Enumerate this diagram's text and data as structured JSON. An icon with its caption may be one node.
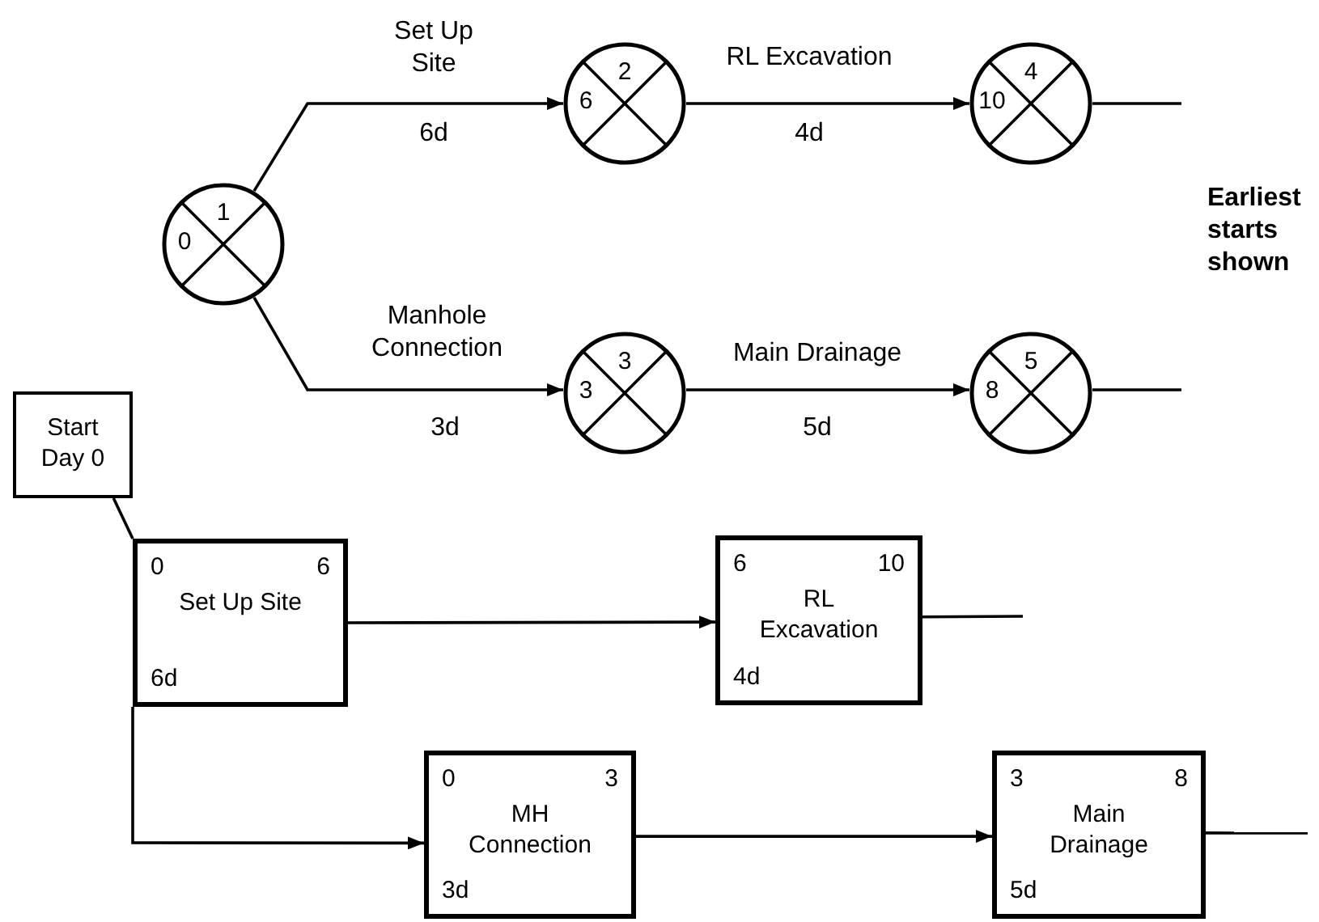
{
  "diagram": {
    "nodes": [
      {
        "text": [
          "1",
          "0"
        ]
      },
      {
        "text": [
          "2",
          "6"
        ]
      },
      {
        "text": [
          "4",
          "10"
        ]
      },
      {
        "text": [
          "3",
          "3"
        ]
      },
      {
        "text": [
          "5",
          "8"
        ]
      },
      {
        "text": [
          "Start Day 0"
        ]
      },
      {
        "text": [
          "0",
          "6",
          "Set Up Site",
          "6d"
        ]
      },
      {
        "text": [
          "6",
          "10",
          "RL Excavation",
          "4d"
        ]
      },
      {
        "text": [
          "0",
          "3",
          "MH Connection",
          "3d"
        ]
      },
      {
        "text": [
          "3",
          "8",
          "Main Drainage",
          "5d"
        ]
      }
    ],
    "edges": [
      {
        "from": 0,
        "to": 1,
        "arrow": "to",
        "label": "Set Up Site"
      },
      {
        "from": 1,
        "to": 2,
        "arrow": "to",
        "label": "RL Excavation"
      },
      {
        "from": 2,
        "to": null,
        "arrow": "none"
      },
      {
        "from": 0,
        "to": 3,
        "arrow": "to",
        "label": "Manhole Connection"
      },
      {
        "from": 3,
        "to": 4,
        "arrow": "to",
        "label": "Main Drainage"
      },
      {
        "from": 4,
        "to": null,
        "arrow": "none"
      },
      {
        "from": 5,
        "to": 6,
        "arrow": "none"
      },
      {
        "from": 6,
        "to": 7,
        "arrow": "to"
      },
      {
        "from": 7,
        "to": null,
        "arrow": "none"
      },
      {
        "from": 6,
        "to": 8,
        "arrow": "to"
      },
      {
        "from": 8,
        "to": 9,
        "arrow": "to"
      },
      {
        "from": 9,
        "to": null,
        "arrow": "none"
      }
    ],
    "labels": [
      "6d",
      "4d",
      "Earliest starts shown",
      "3d",
      "5d"
    ]
  }
}
